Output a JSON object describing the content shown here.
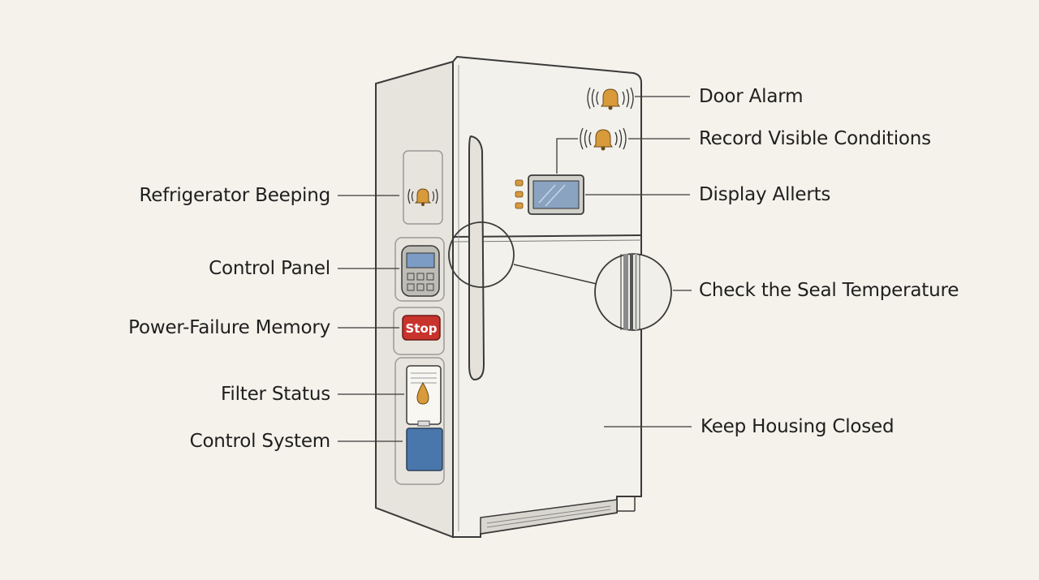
{
  "labels": {
    "refrigerator_beeping": "Refrigerator Beeping",
    "control_panel": "Control Panel",
    "power_failure_memory": "Power-Failure Memory",
    "filter_status": "Filter Status",
    "control_system": "Control System",
    "door_alarm": "Door Alarm",
    "record_visible_conditions": "Record Visible Conditions",
    "display_allerts": "Display Allerts",
    "check_seal_temperature": "Check the Seal Temperature",
    "keep_housing_closed": "Keep Housing Closed"
  },
  "stop_button": {
    "label": "Stop"
  },
  "icons": {
    "alarm": "bell-icon",
    "filter": "water-drop-icon"
  },
  "colors": {
    "background": "#f4f2ea",
    "fridge_body": "#f2f1ec",
    "outline": "#3a3a3a",
    "bell": "#d89a3a",
    "stop": "#c8332c",
    "display_screen": "#8aa3c0",
    "blue_panel": "#4a77ab"
  }
}
